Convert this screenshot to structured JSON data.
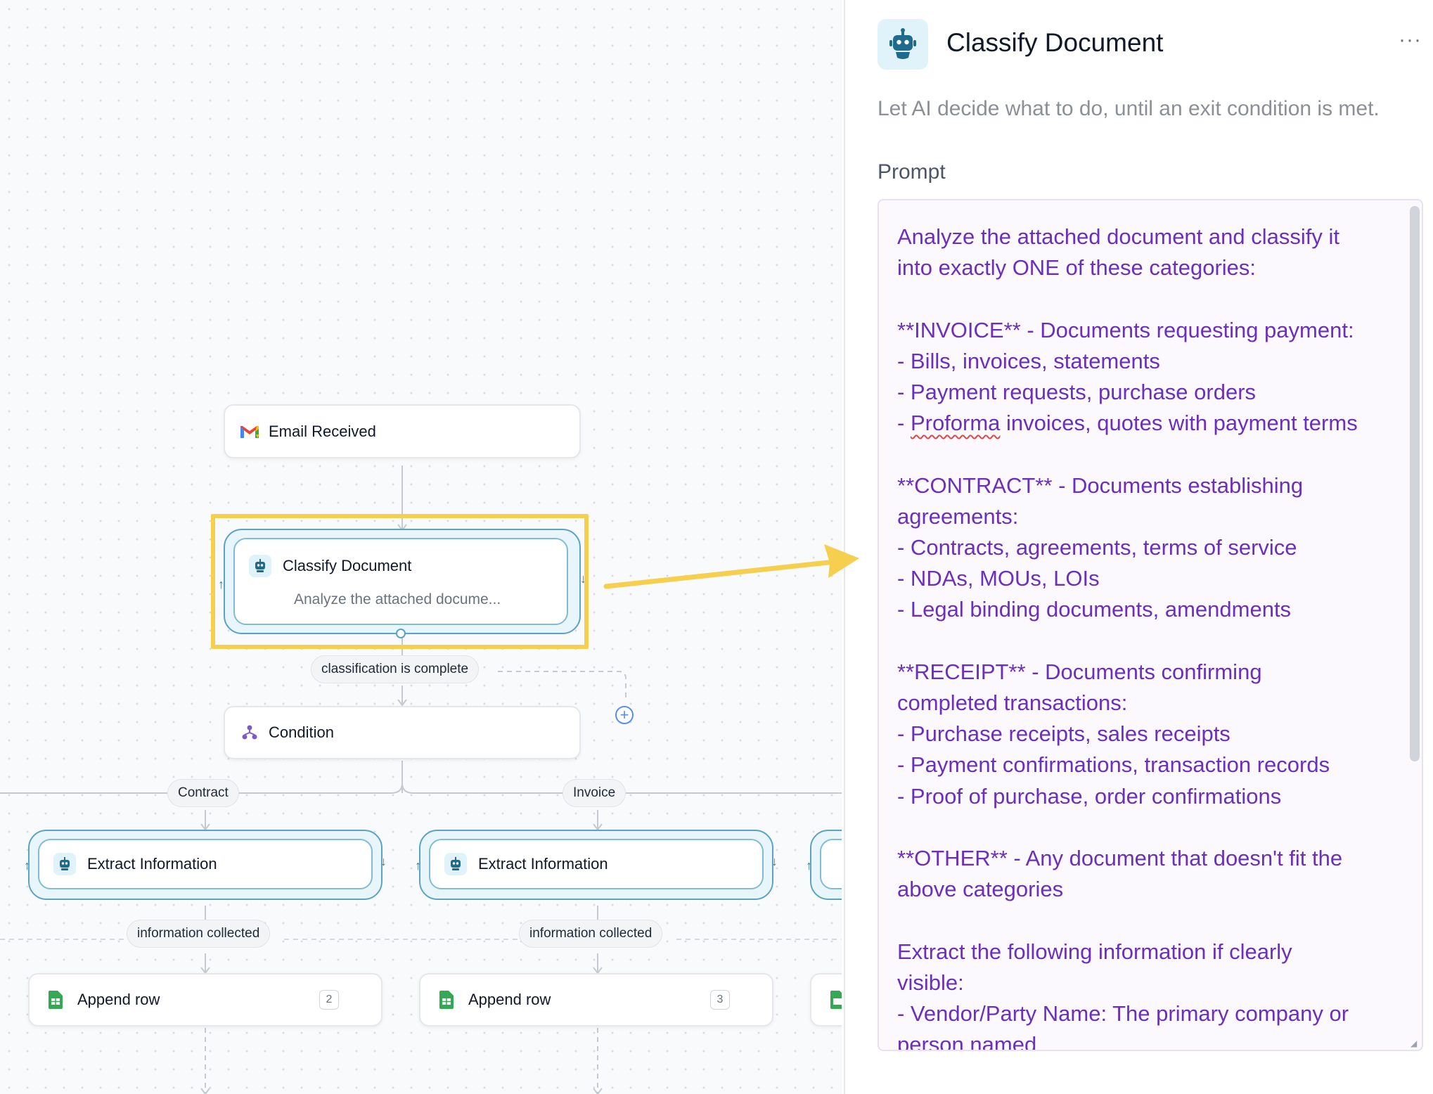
{
  "canvas": {
    "trigger": {
      "title": "Email Received",
      "icon": "gmail-icon"
    },
    "classify": {
      "title": "Classify Document",
      "subtitle": "Analyze the attached docume...",
      "icon": "robot-icon"
    },
    "exit_pill": "classification is complete",
    "condition": {
      "title": "Condition",
      "icon": "branch-icon"
    },
    "branches": [
      {
        "label": "Contract",
        "agent_title": "Extract Information",
        "exit_pill": "information collected",
        "action_title": "Append row",
        "action_count": "2"
      },
      {
        "label": "Invoice",
        "agent_title": "Extract Information",
        "exit_pill": "information collected",
        "action_title": "Append row",
        "action_count": "3"
      }
    ]
  },
  "panel": {
    "title": "Classify Document",
    "more": "···",
    "description": "Let AI decide what to do, until an exit condition is met.",
    "prompt_label": "Prompt",
    "prompt_before": "Analyze the attached document and classify it\ninto exactly ONE of these categories:\n\n**INVOICE** - Documents requesting payment:\n- Bills, invoices, statements\n- Payment requests, purchase orders\n- ",
    "prompt_misspelled": "Proforma",
    "prompt_after": " invoices, quotes with payment terms\n\n**CONTRACT** - Documents establishing\nagreements:\n- Contracts, agreements, terms of service\n- NDAs, MOUs, LOIs\n- Legal binding documents, amendments\n\n**RECEIPT** - Documents confirming\ncompleted transactions:\n- Purchase receipts, sales receipts\n- Payment confirmations, transaction records\n- Proof of purchase, order confirmations\n\n**OTHER** - Any document that doesn't fit the\nabove categories\n\nExtract the following information if clearly\nvisible:\n- Vendor/Party Name: The primary company or\nperson named"
  },
  "colors": {
    "accent_yellow": "#f6cf4e",
    "prompt_text": "#6b2fbd",
    "loop_border": "#5aa3c2"
  }
}
